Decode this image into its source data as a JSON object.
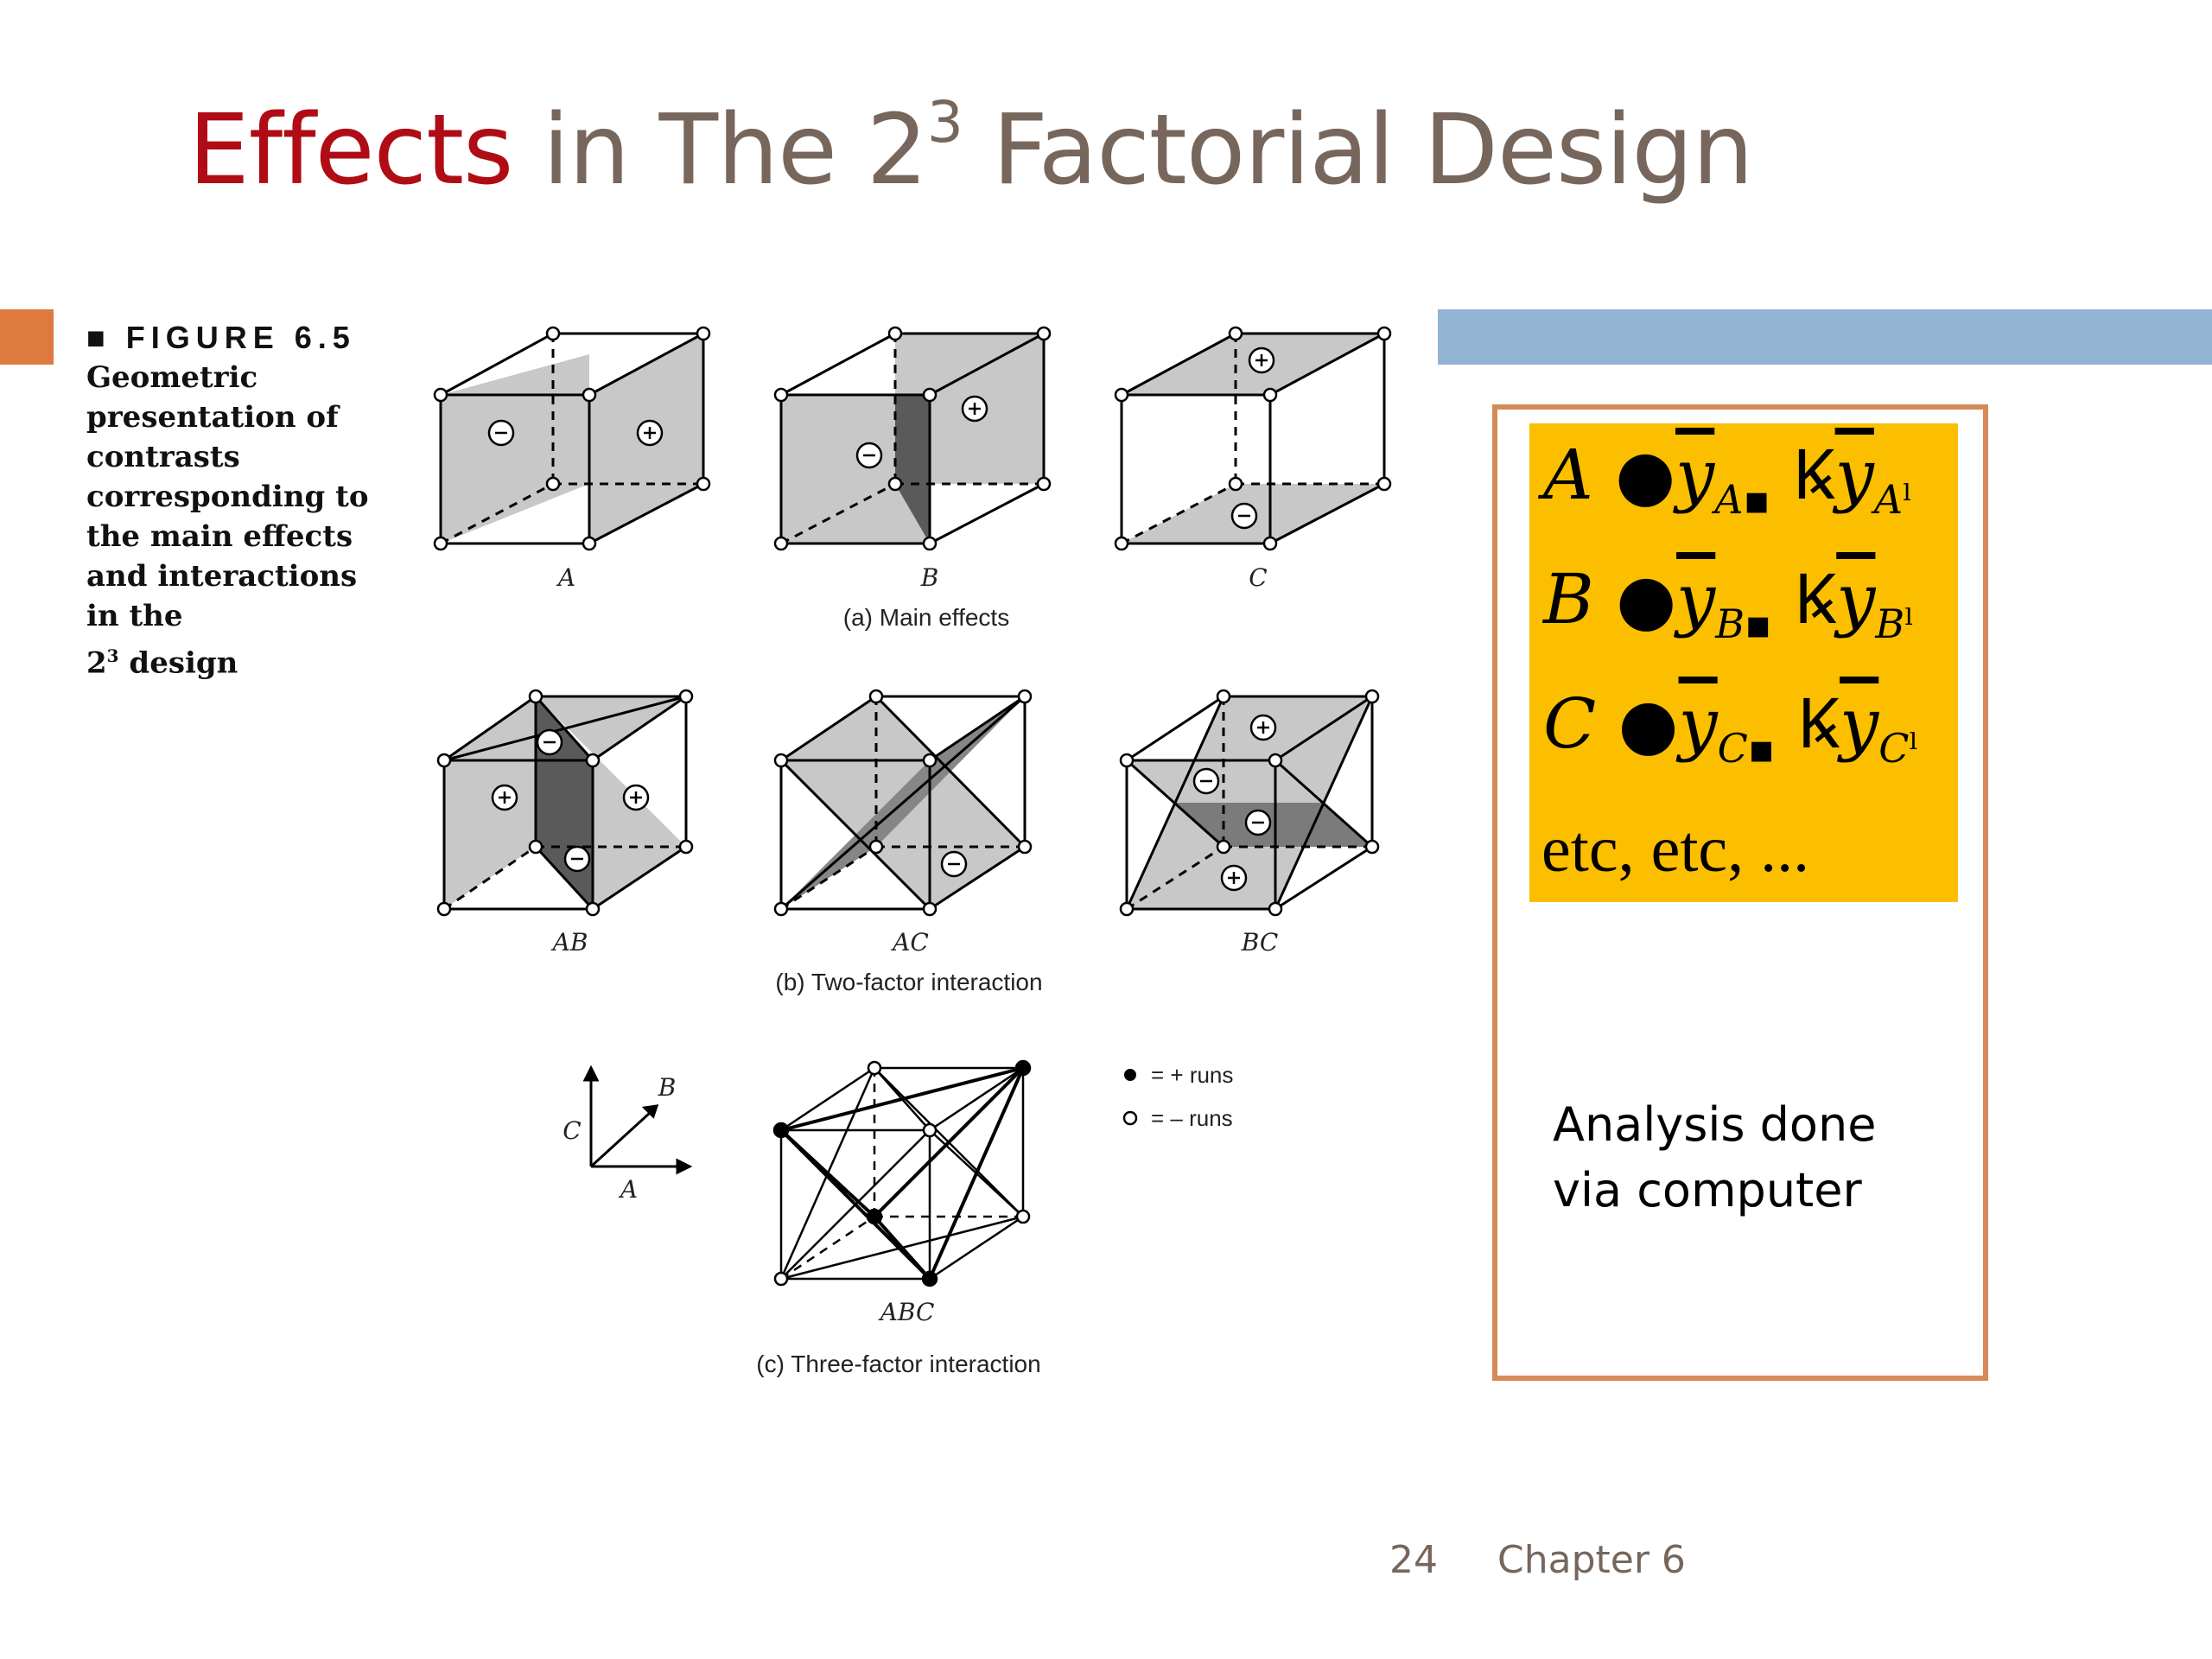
{
  "slide": {
    "title_accent": "Effects",
    "title_rest": " in The 2",
    "title_sup": "3",
    "title_end": " Factorial Design"
  },
  "figure": {
    "heading": "■ FIGURE 6.5",
    "caption": "Geometric presentation of contrasts corresponding to the main effects and interactions in the",
    "caption_end_base": "2",
    "caption_end_sup": "3",
    "caption_end": " design",
    "labels": {
      "a": "A",
      "b": "B",
      "c": "C",
      "ab": "AB",
      "ac": "AC",
      "bc": "BC",
      "abc": "ABC"
    },
    "subtitles": {
      "main": "(a) Main effects",
      "two": "(b) Two-factor interaction",
      "three": "(c) Three-factor interaction"
    },
    "axes": {
      "x": "A",
      "y": "B",
      "z": "C"
    },
    "legend": {
      "plus": "= + runs",
      "minus": "= – runs"
    }
  },
  "formula_box": {
    "rows": [
      {
        "factor": "A",
        "sub": "A"
      },
      {
        "factor": "B",
        "sub": "B"
      },
      {
        "factor": "C",
        "sub": "C"
      }
    ],
    "etc": "etc, etc, ..."
  },
  "note": {
    "line1": "Analysis done",
    "line2": "via computer"
  },
  "footer": {
    "page": "24",
    "chapter": "Chapter 6"
  },
  "colors": {
    "title_accent": "#b00c16",
    "title_text": "#76665c",
    "formula_bg": "#fcbf00",
    "box_border": "#d58a58",
    "bar_blue": "#92b4d2",
    "tab_orange": "#de7a40"
  }
}
